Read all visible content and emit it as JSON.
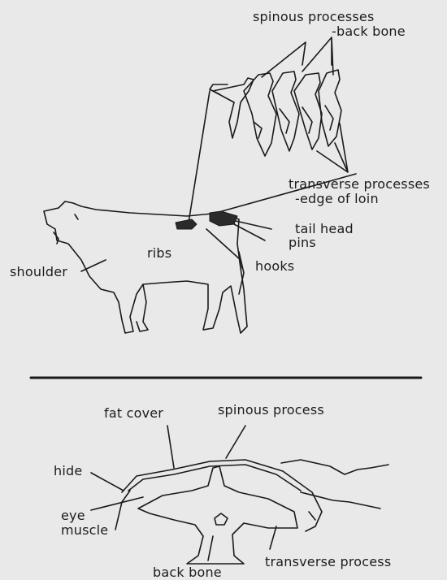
{
  "top_diagram": {
    "spinous_processes": {
      "line1": "spinous processes",
      "line2": "-back bone"
    },
    "transverse_processes": {
      "line1": "transverse processes",
      "line2": "-edge of loin"
    },
    "tail_head": "tail head",
    "pins": "pins",
    "ribs": "ribs",
    "hooks": "hooks",
    "shoulder": "shoulder"
  },
  "bottom_diagram": {
    "fat_cover": "fat cover",
    "spinous_process": "spinous process",
    "hide": "hide",
    "eye_muscle": {
      "line1": "eye",
      "line2": "muscle"
    },
    "back_bone": "back bone",
    "transverse_process": "transverse process"
  },
  "colors": {
    "background": "#e9e9e9",
    "ink": "#1a1a1a",
    "shading": "#2a2a2a"
  }
}
